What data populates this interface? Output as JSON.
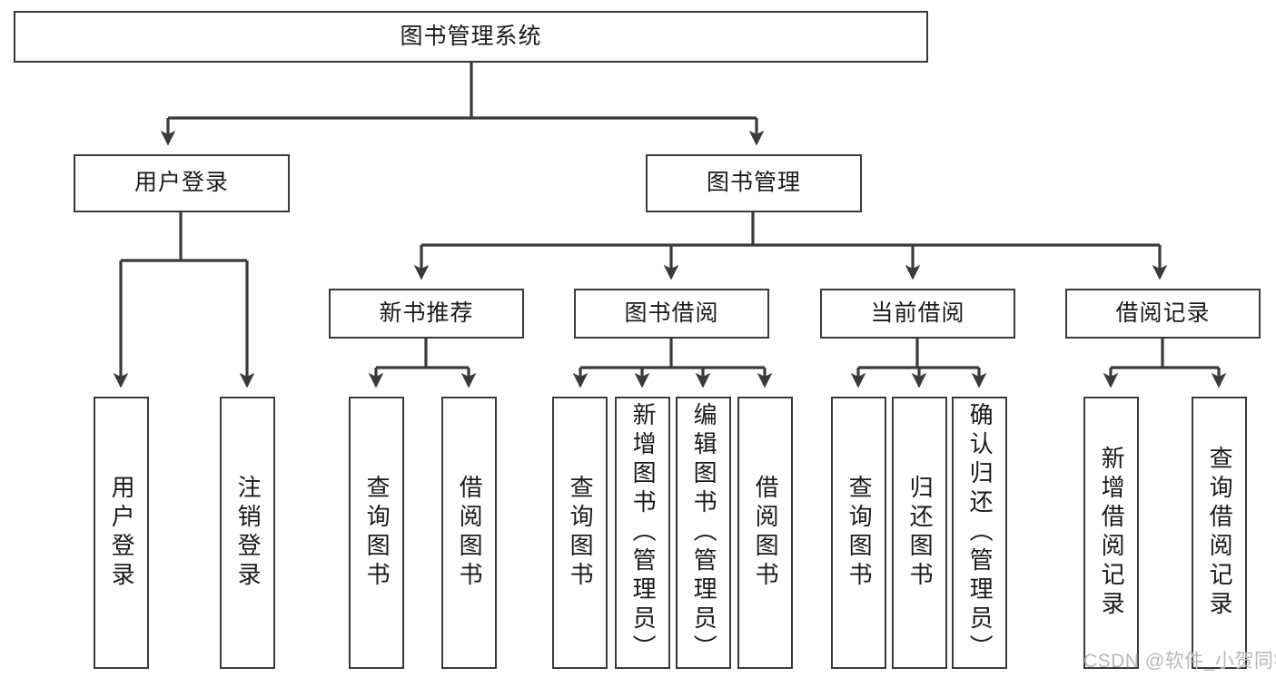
{
  "diagram": {
    "title": "图书管理系统",
    "type": "tree-hierarchy-diagram",
    "colors": {
      "border": "#3a3a3a",
      "background": "#ffffff",
      "text": "#1a1a1a",
      "watermark": "#b9b9b9"
    }
  },
  "nodes": {
    "root": {
      "label": "图书管理系统"
    },
    "level2": [
      {
        "id": "user-login",
        "label": "用户登录"
      },
      {
        "id": "book-management",
        "label": "图书管理"
      }
    ],
    "level3": [
      {
        "id": "new-book-recommend",
        "label": "新书推荐"
      },
      {
        "id": "book-borrow",
        "label": "图书借阅"
      },
      {
        "id": "current-borrow",
        "label": "当前借阅"
      },
      {
        "id": "borrow-record",
        "label": "借阅记录"
      }
    ],
    "leaves": {
      "user-login": [
        {
          "id": "leaf-user-login",
          "label": "用户登录"
        },
        {
          "id": "leaf-user-logout",
          "label": "注销登录"
        }
      ],
      "new-book-recommend": [
        {
          "id": "leaf-query-book-1",
          "label": "查询图书"
        },
        {
          "id": "leaf-borrow-book-1",
          "label": "借阅图书"
        }
      ],
      "book-borrow": [
        {
          "id": "leaf-query-book-2",
          "label": "查询图书"
        },
        {
          "id": "leaf-add-book-admin",
          "label": "新增图书（管理员）"
        },
        {
          "id": "leaf-edit-book-admin",
          "label": "编辑图书（管理员）"
        },
        {
          "id": "leaf-borrow-book-2",
          "label": "借阅图书"
        }
      ],
      "current-borrow": [
        {
          "id": "leaf-query-book-3",
          "label": "查询图书"
        },
        {
          "id": "leaf-return-book",
          "label": "归还图书"
        },
        {
          "id": "leaf-confirm-return-admin",
          "label": "确认归还（管理员）"
        }
      ],
      "borrow-record": [
        {
          "id": "leaf-add-borrow-record",
          "label": "新增借阅记录"
        },
        {
          "id": "leaf-query-borrow-record",
          "label": "查询借阅记录"
        }
      ]
    }
  },
  "watermark": {
    "text": "CSDN @软件_小贺同学"
  }
}
